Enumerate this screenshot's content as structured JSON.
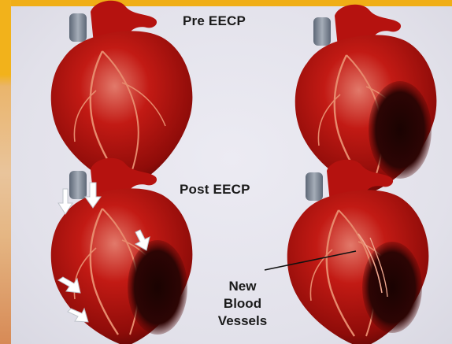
{
  "labels": {
    "pre": "Pre EECP",
    "post": "Post EECP",
    "annotation_line1": "New",
    "annotation_line2": "Blood",
    "annotation_line3": "Vessels"
  },
  "colors": {
    "heart": "#b5120f",
    "heart_dark": "#4a0705",
    "heart_highlight": "#e2796a",
    "vessel_grey": "#7f8a99",
    "arrow": "#ffffff",
    "frame_orange": "#f0ae16"
  },
  "icons": {
    "arrows": "white-flow-arrow-icon"
  }
}
